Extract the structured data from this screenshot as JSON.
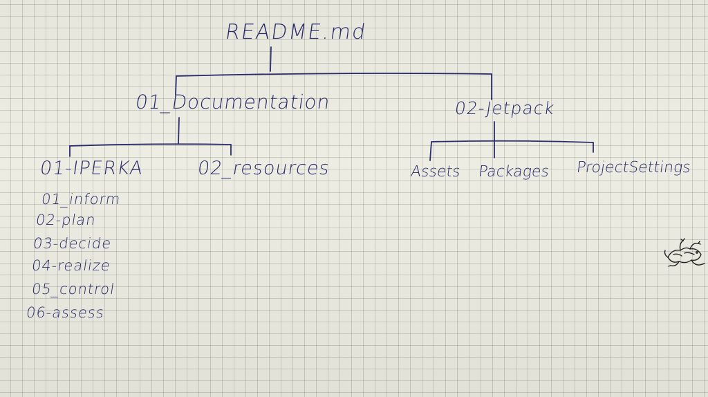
{
  "colors": {
    "paper": "#eeede3",
    "grid": "#8e958d",
    "ink": "#2b2d6e"
  },
  "tree": {
    "root": "README.md",
    "documentation": {
      "label": "01_Documentation",
      "ipereka": {
        "label": "01-IPERKA",
        "steps": [
          "01_inform",
          "02-plan",
          "03-decide",
          "04-realize",
          "05_control",
          "06-assess"
        ]
      },
      "resources": "02_resources"
    },
    "jetpack": {
      "label": "02-Jetpack",
      "children": [
        "Assets",
        "Packages",
        "ProjectSettings"
      ]
    }
  },
  "doodle": {
    "icon": "gecko-icon"
  }
}
